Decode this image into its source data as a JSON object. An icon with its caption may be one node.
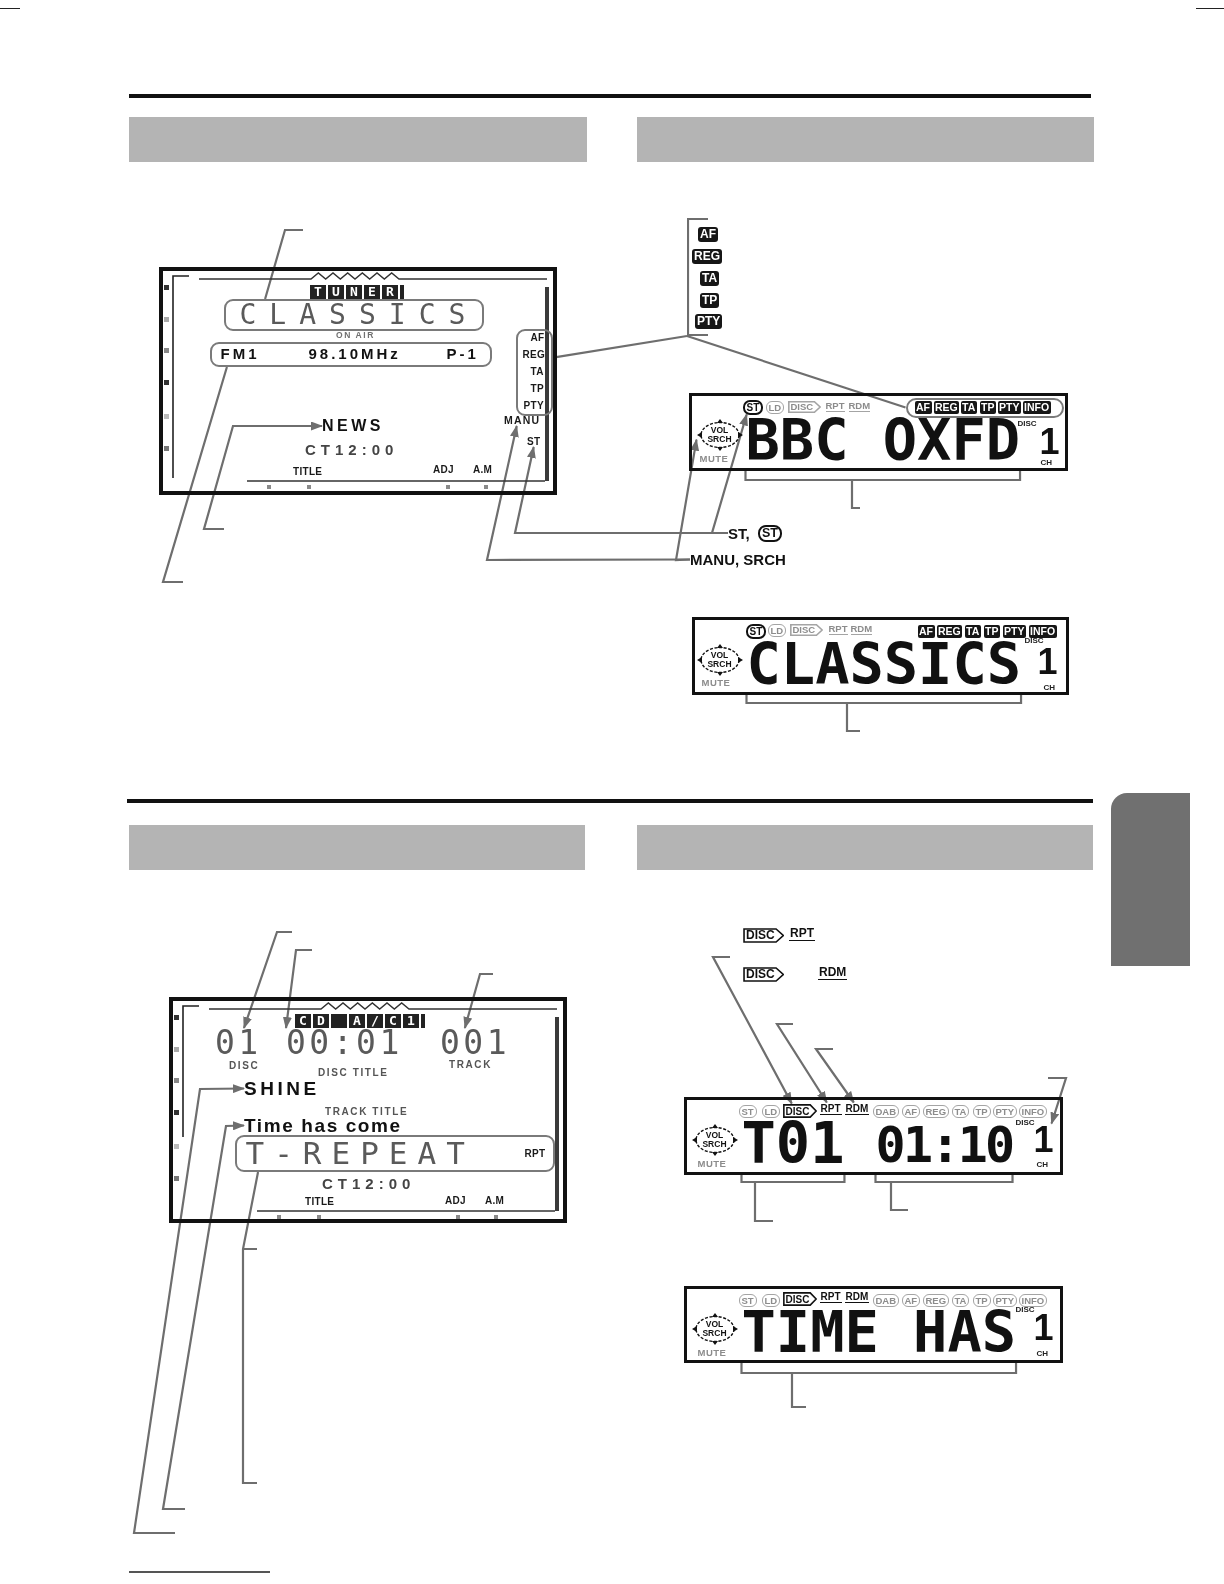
{
  "diagram": {
    "nodes": [
      {
        "text": [
          "TUNER",
          "ON AIR",
          "CT12:00",
          "TITLE",
          "ADJ",
          "A.M"
        ]
      },
      {
        "text": [
          "CLASSICS"
        ],
        "in": 0
      },
      {
        "text": [
          "FM1",
          "98.10MHz",
          "P-1"
        ],
        "in": 0
      },
      {
        "text": [
          "AF",
          "REG",
          "TA",
          "TP",
          "PTY"
        ],
        "in": 0
      },
      {
        "text": [
          "NEWS"
        ],
        "in": 0
      },
      {
        "text": [
          "MANU"
        ],
        "in": 0
      },
      {
        "text": [
          "ST"
        ],
        "in": 0
      },
      {
        "text": [
          "AF",
          "REG",
          "TA",
          "TP",
          "PTY"
        ]
      },
      {
        "text": [
          "LD",
          "DISC",
          "RPT",
          "RDM",
          "MUTE",
          "DISC",
          "1",
          "CH"
        ]
      },
      {
        "text": [
          "ST"
        ],
        "in": 8
      },
      {
        "text": [
          "AF",
          "REG",
          "TA",
          "TP",
          "PTY",
          "INFO"
        ],
        "in": 8
      },
      {
        "text": [
          "VOL SRCH"
        ],
        "in": 8
      },
      {
        "text": [
          "BBC OXFD"
        ],
        "in": 8
      },
      {
        "text": [
          "ST,",
          "ST"
        ]
      },
      {
        "text": [
          "MANU, SRCH"
        ]
      },
      {
        "text": [
          "ST",
          "LD",
          "DISC",
          "RPT",
          "RDM",
          "AF",
          "REG",
          "TA",
          "TP",
          "PTY",
          "INFO",
          "VOL SRCH",
          "MUTE",
          "DISC",
          "1",
          "CH"
        ]
      },
      {
        "text": [
          "CLASSICS"
        ],
        "in": 15
      },
      {
        "text": [
          "CD A/C1",
          "DISC",
          "DISC TITLE",
          "TRACK",
          "TRACK TITLE",
          "CT12:00",
          "TITLE",
          "ADJ",
          "A.M"
        ]
      },
      {
        "text": [
          "01"
        ],
        "in": 17
      },
      {
        "text": [
          "00:01"
        ],
        "in": 17
      },
      {
        "text": [
          "001"
        ],
        "in": 17
      },
      {
        "text": [
          "SHINE"
        ],
        "in": 17
      },
      {
        "text": [
          "Time has come"
        ],
        "in": 17
      },
      {
        "text": [
          "T-REPEAT",
          "RPT"
        ],
        "in": 17
      },
      {
        "text": [
          "ST",
          "LD",
          "DAB",
          "AF",
          "REG",
          "TA",
          "TP",
          "PTY",
          "INFO",
          "VOL SRCH",
          "MUTE",
          "DISC",
          "CH"
        ]
      },
      {
        "text": [
          "DISC"
        ],
        "in": 24
      },
      {
        "text": [
          "RPT"
        ],
        "in": 24
      },
      {
        "text": [
          "RDM"
        ],
        "in": 24
      },
      {
        "text": [
          "T01"
        ],
        "in": 24
      },
      {
        "text": [
          "01:10"
        ],
        "in": 24
      },
      {
        "text": [
          "1"
        ],
        "in": 24
      },
      {
        "text": [
          "ST",
          "LD",
          "DISC",
          "RPT",
          "RDM",
          "DAB",
          "AF",
          "REG",
          "TA",
          "TP",
          "PTY",
          "INFO",
          "VOL SRCH",
          "MUTE",
          "DISC",
          "1",
          "CH"
        ]
      },
      {
        "text": [
          "TIME HAS"
        ],
        "in": 31
      },
      {
        "text": [],
        "shape": "box"
      }
    ],
    "edges": [
      {
        "from": null,
        "to": 1,
        "arrow": "none"
      },
      {
        "from": null,
        "to": 2,
        "arrow": "none"
      },
      {
        "from": 7,
        "to": 3,
        "arrow": "none"
      },
      {
        "from": 7,
        "to": 10,
        "arrow": "none"
      },
      {
        "from": null,
        "to": 4,
        "arrow": "to"
      },
      {
        "from": 14,
        "to": 5,
        "arrow": "to"
      },
      {
        "from": 14,
        "to": 11,
        "arrow": "to"
      },
      {
        "from": 13,
        "to": 6,
        "arrow": "to"
      },
      {
        "from": 13,
        "to": 9,
        "arrow": "to"
      },
      {
        "from": null,
        "to": 12,
        "arrow": "none"
      },
      {
        "from": null,
        "to": 16,
        "arrow": "none"
      },
      {
        "from": null,
        "to": 18,
        "arrow": "to"
      },
      {
        "from": null,
        "to": 19,
        "arrow": "to"
      },
      {
        "from": null,
        "to": 20,
        "arrow": "to"
      },
      {
        "from": null,
        "to": 21,
        "arrow": "to"
      },
      {
        "from": null,
        "to": 22,
        "arrow": "to"
      },
      {
        "from": null,
        "to": 23,
        "arrow": "none"
      },
      {
        "from": null,
        "to": 25,
        "arrow": "to"
      },
      {
        "from": null,
        "to": 26,
        "arrow": "to"
      },
      {
        "from": null,
        "to": 27,
        "arrow": "to"
      },
      {
        "from": null,
        "to": 30,
        "arrow": "to"
      },
      {
        "from": null,
        "to": 28,
        "arrow": "none"
      },
      {
        "from": null,
        "to": 29,
        "arrow": "none"
      },
      {
        "from": null,
        "to": 32,
        "arrow": "none"
      }
    ],
    "labels": [
      "DISC",
      "RPT",
      "DISC",
      "RDM"
    ]
  }
}
